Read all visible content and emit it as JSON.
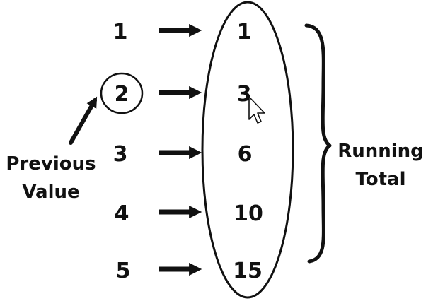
{
  "diagram": {
    "input_values": [
      "1",
      "2",
      "3",
      "4",
      "5"
    ],
    "running_totals": [
      "1",
      "3",
      "6",
      "10",
      "15"
    ],
    "previous_value_label": [
      "Previous",
      "Value"
    ],
    "running_total_label": [
      "Running",
      "Total"
    ],
    "highlighted_index": 1,
    "colors": {
      "ink": "#111111",
      "background": "#ffffff"
    }
  }
}
